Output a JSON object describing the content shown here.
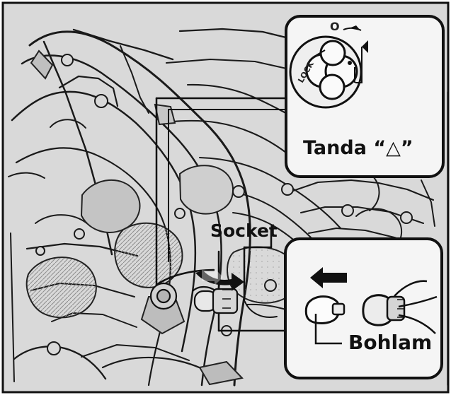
{
  "labels": {
    "tanda": "Tanda “△”",
    "socket": "Socket",
    "bohlam": "Bohlam",
    "lock": "LOCK",
    "open_mark": "O"
  },
  "colors": {
    "background": "#d8d8d8",
    "line": "#1a1a1a",
    "callout_fill": "#f7f7f7",
    "text": "#111111"
  },
  "icons": {
    "arrow_left": "left-arrow-icon",
    "arrow_right_curved": "curved-arrow-icon",
    "bulb": "bulb-icon",
    "socket": "socket-icon",
    "lock_dial": "lock-dial-icon"
  }
}
